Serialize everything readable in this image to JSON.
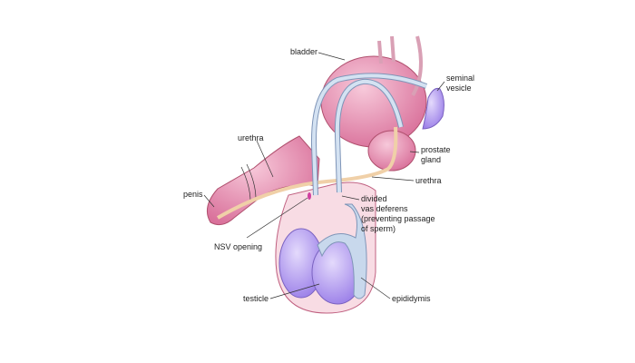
{
  "labels": {
    "bladder": "bladder",
    "seminal_vesicle": [
      "seminal",
      "vesicle"
    ],
    "prostate_gland": [
      "prostate",
      "gland"
    ],
    "urethra_top": "urethra",
    "urethra_right": "urethra",
    "penis": "penis",
    "divided_vas_deferens": [
      "divided",
      "vas deferens",
      "(preventing passage",
      "of sperm)"
    ],
    "nsv_opening": "NSV opening",
    "testicle": "testicle",
    "epididymis": "epididymis"
  },
  "colors": {
    "tissue_pink": "#e58fb0",
    "tissue_light": "#f5c6d6",
    "vas_blue": "#c8d8ec",
    "testicle_purple": "#b49cf0",
    "urethra_tan": "#f0d0a8"
  }
}
